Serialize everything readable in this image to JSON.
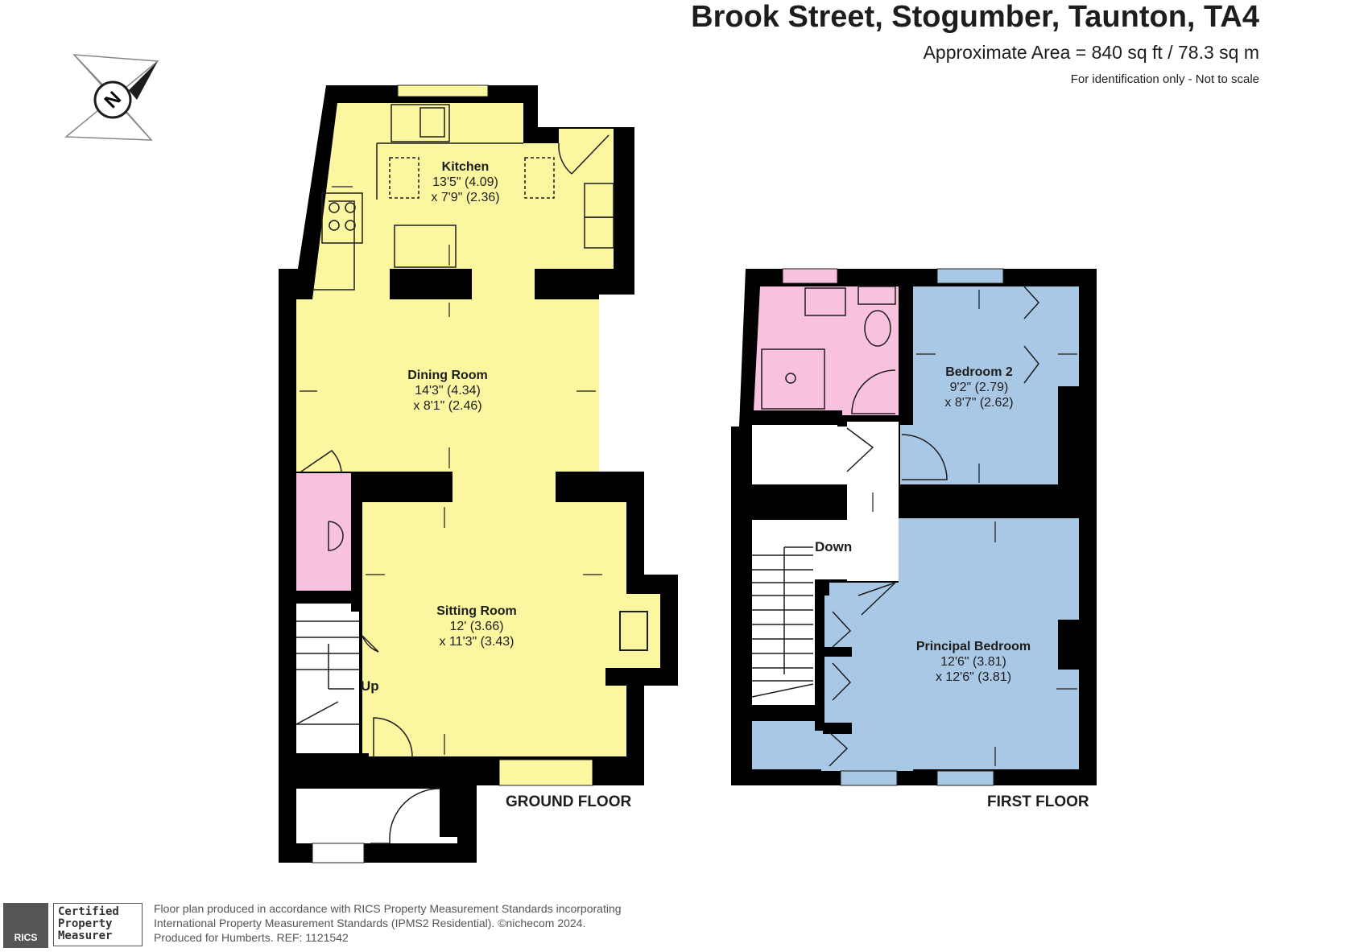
{
  "header": {
    "title": "Brook Street, Stogumber, Taunton, TA4",
    "area": "Approximate Area = 840 sq ft / 78.3 sq m",
    "note": "For identification only - Not to scale"
  },
  "compass_letter": "N",
  "colors": {
    "wall": "#000000",
    "yellow": "#fbf7a0",
    "pink": "#f8c2de",
    "blue": "#a8c8e6",
    "window": "#fbf7a0",
    "window_blue": "#a8c8e6"
  },
  "rooms": [
    {
      "name": "Kitchen",
      "dim1": "13'5\" (4.09)",
      "dim2": "x 7'9\" (2.36)"
    },
    {
      "name": "Dining Room",
      "dim1": "14'3\" (4.34)",
      "dim2": "x 8'1\" (2.46)"
    },
    {
      "name": "Sitting Room",
      "dim1": "12' (3.66)",
      "dim2": "x 11'3\" (3.43)"
    },
    {
      "name": "Bedroom 2",
      "dim1": "9'2\" (2.79)",
      "dim2": "x 8'7\" (2.62)"
    },
    {
      "name": "Principal Bedroom",
      "dim1": "12'6\" (3.81)",
      "dim2": "x 12'6\" (3.81)"
    }
  ],
  "stairs": {
    "up": "Up",
    "down": "Down"
  },
  "floors": {
    "ground": "GROUND FLOOR",
    "first": "FIRST FLOOR"
  },
  "badge": {
    "rics": "RICS",
    "line1": "Certified",
    "line2": "Property",
    "line3": "Measurer"
  },
  "footer": {
    "line1": "Floor plan produced in accordance with RICS Property Measurement Standards incorporating",
    "line2": "International Property Measurement Standards (IPMS2 Residential).  ©nichecom 2024.",
    "line3": "Produced for Humberts.   REF: 1121542"
  }
}
